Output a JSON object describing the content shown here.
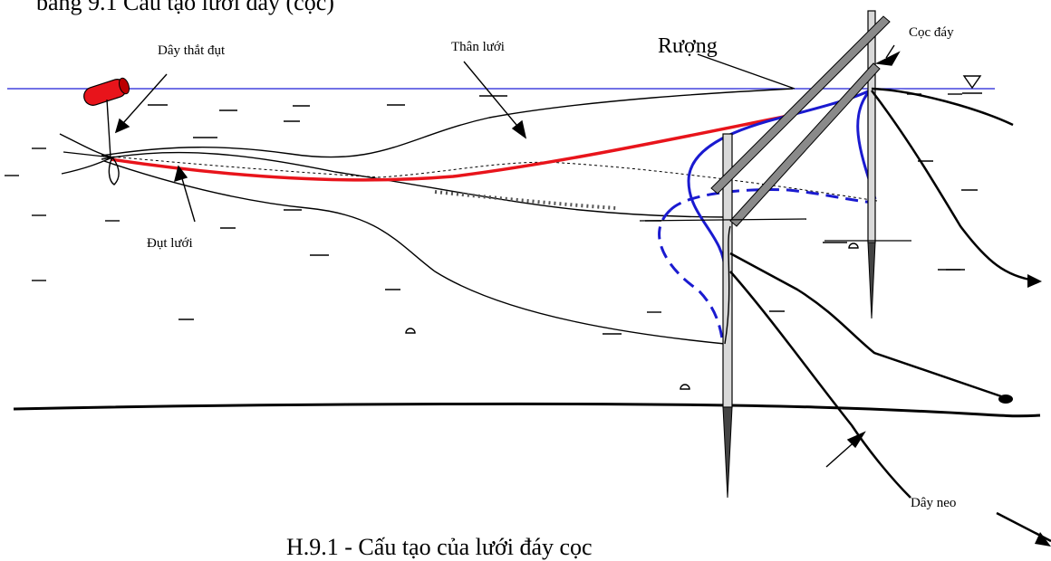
{
  "diagram": {
    "top_caption_fragment": "bảng 9.1 Cấu tạo lưới đáy (cọc)",
    "labels": {
      "day_that_dut": "Dây thắt đụt",
      "than_luoi": "Thân lưới",
      "ruong": "Rượng",
      "coc_day": "Cọc đáy",
      "dut_luoi": "Đụt lưới",
      "day_neo": "Dây neo"
    },
    "caption": "H.9.1 - Cấu tạo của lưới đáy cọc",
    "water_level_symbol": "▽",
    "colors": {
      "water_line": "#1f1fd6",
      "rope_red": "#e8141b",
      "mouth_blue": "#1a1ad0",
      "buoy": "#e8141b",
      "ink": "#000000"
    }
  }
}
